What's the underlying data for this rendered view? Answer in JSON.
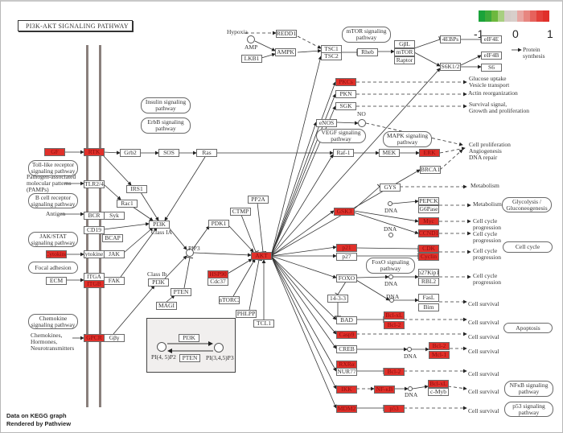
{
  "title": "PI3K-AKT SIGNALING PATHWAY",
  "legend": {
    "min_label": "-1",
    "mid_label": "0",
    "max_label": "1",
    "colors": [
      "#1aa33a",
      "#3daa3a",
      "#6db83e",
      "#a8cf80",
      "#d4ccc8",
      "#d8cfcb",
      "#e8a6a2",
      "#e78680",
      "#e6625c",
      "#e3403a",
      "#e0302a"
    ]
  },
  "highlight_color": "#e0302a",
  "footer": {
    "line1": "Data on KEGG graph",
    "line2": "Rendered by Pathview"
  },
  "nodes": [
    {
      "id": "GF",
      "label": "GF",
      "hl": true
    },
    {
      "id": "RTK",
      "label": "RTK",
      "hl": true
    },
    {
      "id": "Grb2",
      "label": "Grb2",
      "hl": false
    },
    {
      "id": "SOS",
      "label": "SOS",
      "hl": false
    },
    {
      "id": "Ras",
      "label": "Ras",
      "hl": false
    },
    {
      "id": "TLR24",
      "label": "TLR2/4",
      "hl": false
    },
    {
      "id": "IRS1",
      "label": "IRS1",
      "hl": false
    },
    {
      "id": "Rac1",
      "label": "Rac1",
      "hl": false
    },
    {
      "id": "BCR",
      "label": "BCR",
      "hl": false
    },
    {
      "id": "Syk",
      "label": "Syk",
      "hl": false
    },
    {
      "id": "CD19",
      "label": "CD19",
      "hl": false
    },
    {
      "id": "BCAP",
      "label": "BCAP",
      "hl": false
    },
    {
      "id": "PI3K1",
      "label": "PI3K",
      "hl": false
    },
    {
      "id": "Cytokine",
      "label": "Cytokine",
      "hl": true
    },
    {
      "id": "CytokineR",
      "label": "CytokineR",
      "hl": false
    },
    {
      "id": "JAK",
      "label": "JAK",
      "hl": false
    },
    {
      "id": "ECM",
      "label": "ECM",
      "hl": false
    },
    {
      "id": "ITGA",
      "label": "ITGA",
      "hl": false
    },
    {
      "id": "ITGB",
      "label": "ITGB",
      "hl": true
    },
    {
      "id": "FAK",
      "label": "FAK",
      "hl": false
    },
    {
      "id": "PI3K2",
      "label": "PI3K",
      "hl": false
    },
    {
      "id": "PTEN",
      "label": "PTEN",
      "hl": false
    },
    {
      "id": "MAGI",
      "label": "MAGI",
      "hl": false
    },
    {
      "id": "PDK1",
      "label": "PDK1",
      "hl": false
    },
    {
      "id": "AKT",
      "label": "AKT",
      "hl": true
    },
    {
      "id": "HSP90",
      "label": "HSP90",
      "hl": true
    },
    {
      "id": "Cdc37",
      "label": "Cdc37",
      "hl": false
    },
    {
      "id": "mTORC2",
      "label": "mTORC2",
      "hl": false
    },
    {
      "id": "PHLPP",
      "label": "PHLPP",
      "hl": false
    },
    {
      "id": "TCL1",
      "label": "TCL1",
      "hl": false
    },
    {
      "id": "CTMP",
      "label": "CTMP",
      "hl": false
    },
    {
      "id": "PP2A",
      "label": "PP2A",
      "hl": false
    },
    {
      "id": "GPCR",
      "label": "GPCR",
      "hl": true
    },
    {
      "id": "Gby",
      "label": "Gβγ",
      "hl": false
    },
    {
      "id": "REDD1",
      "label": "REDD1",
      "hl": false
    },
    {
      "id": "AMPK",
      "label": "AMPK",
      "hl": false
    },
    {
      "id": "LKB1",
      "label": "LKB1",
      "hl": false
    },
    {
      "id": "TSC1",
      "label": "TSC1",
      "hl": false
    },
    {
      "id": "TSC2",
      "label": "TSC2",
      "hl": false
    },
    {
      "id": "Rheb",
      "label": "Rheb",
      "hl": false
    },
    {
      "id": "GbL",
      "label": "GβL",
      "hl": false
    },
    {
      "id": "mTOR",
      "label": "mTOR",
      "hl": false
    },
    {
      "id": "Raptor",
      "label": "Raptor",
      "hl": false
    },
    {
      "id": "4EBPs",
      "label": "4EBPs",
      "hl": false
    },
    {
      "id": "eIF4E",
      "label": "eIF4E",
      "hl": false
    },
    {
      "id": "eIF4B",
      "label": "eIF4B",
      "hl": false
    },
    {
      "id": "S6",
      "label": "S6",
      "hl": false
    },
    {
      "id": "S6K12",
      "label": "S6K1/2",
      "hl": false
    },
    {
      "id": "PKCs",
      "label": "PKCs",
      "hl": true
    },
    {
      "id": "PKN",
      "label": "PKN",
      "hl": false
    },
    {
      "id": "SGK",
      "label": "SGK",
      "hl": false
    },
    {
      "id": "eNOS",
      "label": "eNOS",
      "hl": false
    },
    {
      "id": "Raf1",
      "label": "Raf-1",
      "hl": false
    },
    {
      "id": "MEK",
      "label": "MEK",
      "hl": false
    },
    {
      "id": "ERK",
      "label": "ERK",
      "hl": true
    },
    {
      "id": "BRCA1",
      "label": "BRCA1",
      "hl": false
    },
    {
      "id": "GYS",
      "label": "GYS",
      "hl": false
    },
    {
      "id": "PEPCK",
      "label": "PEPCK",
      "hl": false
    },
    {
      "id": "G6Pase",
      "label": "G6Pase",
      "hl": false
    },
    {
      "id": "GSK3",
      "label": "GSK3",
      "hl": true
    },
    {
      "id": "Myc",
      "label": "Myc",
      "hl": true
    },
    {
      "id": "CCND1",
      "label": "CCND1",
      "hl": true
    },
    {
      "id": "p21",
      "label": "p21",
      "hl": true
    },
    {
      "id": "p27",
      "label": "p27",
      "hl": false
    },
    {
      "id": "CDK",
      "label": "CDK",
      "hl": true
    },
    {
      "id": "Cyclin",
      "label": "Cyclin",
      "hl": true
    },
    {
      "id": "p27Kip1",
      "label": "p27Kip1",
      "hl": false
    },
    {
      "id": "RBL2",
      "label": "RBL2",
      "hl": false
    },
    {
      "id": "FOXO",
      "label": "FOXO",
      "hl": false
    },
    {
      "id": "1433",
      "label": "14-3-3",
      "hl": false
    },
    {
      "id": "FasL",
      "label": "FasL",
      "hl": false
    },
    {
      "id": "Bim",
      "label": "Bim",
      "hl": false
    },
    {
      "id": "BAD",
      "label": "BAD",
      "hl": false
    },
    {
      "id": "BclxL1",
      "label": "Bcl-xL",
      "hl": true
    },
    {
      "id": "Bcl2a",
      "label": "Bcl-2",
      "hl": true
    },
    {
      "id": "Casp9",
      "label": "Casp9",
      "hl": true
    },
    {
      "id": "CREB",
      "label": "CREB",
      "hl": false
    },
    {
      "id": "Bcl2b",
      "label": "Bcl-2",
      "hl": true
    },
    {
      "id": "Mcl1",
      "label": "Mcl-1",
      "hl": true
    },
    {
      "id": "RXRa",
      "label": "RXRα",
      "hl": true
    },
    {
      "id": "NUR77",
      "label": "NUR77",
      "hl": false
    },
    {
      "id": "Bcl2c",
      "label": "Bcl-2",
      "hl": true
    },
    {
      "id": "IKK",
      "label": "IKK",
      "hl": true
    },
    {
      "id": "NFkB",
      "label": "NF-κB",
      "hl": true
    },
    {
      "id": "BclxL2",
      "label": "Bcl-xL",
      "hl": true
    },
    {
      "id": "cMyb",
      "label": "c-Myb",
      "hl": false
    },
    {
      "id": "MDM2",
      "label": "MDM2",
      "hl": true
    },
    {
      "id": "p53",
      "label": "p53",
      "hl": true
    },
    {
      "id": "insetPI3K",
      "label": "PI3K",
      "hl": false
    },
    {
      "id": "insetPTEN",
      "label": "PTEN",
      "hl": false
    }
  ],
  "pathways": [
    {
      "id": "insulin",
      "label": "Insulin signaling\npathway"
    },
    {
      "id": "erbb",
      "label": "ErbB signaling\npathway"
    },
    {
      "id": "toll",
      "label": "Toll-like receptor\nsignaling pathway"
    },
    {
      "id": "bcell",
      "label": "B cell receptor\nsignaling pathway"
    },
    {
      "id": "jak",
      "label": "JAK/STAT\nsignaling pathway"
    },
    {
      "id": "focal",
      "label": "Focal adhesion"
    },
    {
      "id": "chemokine",
      "label": "Chemokine\nsignaling pathway"
    },
    {
      "id": "mtor",
      "label": "mTOR signaling\npathway"
    },
    {
      "id": "vegf",
      "label": "VEGF signaling\npathway"
    },
    {
      "id": "mapk",
      "label": "MAPK signaling\npathway"
    },
    {
      "id": "glyco",
      "label": "Glycolysis /\nGluconeogenesis"
    },
    {
      "id": "cellcycle",
      "label": "Cell cycle"
    },
    {
      "id": "foxo",
      "label": "FoxO signaling\npathway"
    },
    {
      "id": "apoptosis",
      "label": "Apoptosis"
    },
    {
      "id": "nfkb",
      "label": "NFκB signaling\npathway"
    },
    {
      "id": "p53path",
      "label": "p53 signaling\npathway"
    }
  ],
  "labels": [
    {
      "id": "hypoxia",
      "text": "Hypoxia"
    },
    {
      "id": "amp",
      "text": "AMP"
    },
    {
      "id": "pamps",
      "text": "Pathogen-associated\nmolecular patterns\n(PAMPs)"
    },
    {
      "id": "antigen",
      "text": "Antigen"
    },
    {
      "id": "classIA",
      "text": "Class IA"
    },
    {
      "id": "classIb",
      "text": "Class Ib"
    },
    {
      "id": "pip3",
      "text": "PIP3"
    },
    {
      "id": "chemokines",
      "text": "Chemokines,\nHormones,\nNeurotransmitters"
    },
    {
      "id": "no",
      "text": "NO"
    },
    {
      "id": "protein",
      "text": "Protein\nsynthesis"
    },
    {
      "id": "glucose",
      "text": "Glucose uptake\nVesicle transport"
    },
    {
      "id": "actin",
      "text": "Actin reorganization"
    },
    {
      "id": "survival",
      "text": "Survival signal,\nGrowth and proliferation"
    },
    {
      "id": "prolif",
      "text": "Cell proliferation\nAngiogenesis\nDNA repair"
    },
    {
      "id": "metab1",
      "text": "Metabolism"
    },
    {
      "id": "metab2",
      "text": "Metabolism"
    },
    {
      "id": "cc1",
      "text": "Cell cycle\nprogression"
    },
    {
      "id": "cc2",
      "text": "Cell cycle\nprogression"
    },
    {
      "id": "cc3",
      "text": "Cell cycle\nprogression"
    },
    {
      "id": "cc4",
      "text": "Cell cycle\nprogression"
    },
    {
      "id": "cs1",
      "text": "Cell survival"
    },
    {
      "id": "cs2",
      "text": "Cell survival"
    },
    {
      "id": "cs3",
      "text": "Cell survival"
    },
    {
      "id": "cs4",
      "text": "Cell survival"
    },
    {
      "id": "cs5",
      "text": "Cell survival"
    },
    {
      "id": "cs6",
      "text": "Cell survival"
    },
    {
      "id": "cs7",
      "text": "Cell survival"
    },
    {
      "id": "dna1",
      "text": "DNA"
    },
    {
      "id": "dna2",
      "text": "DNA"
    },
    {
      "id": "dna3",
      "text": "DNA"
    },
    {
      "id": "dna4",
      "text": "DNA"
    },
    {
      "id": "dna5",
      "text": "DNA"
    },
    {
      "id": "dna6",
      "text": "DNA"
    },
    {
      "id": "pip2i",
      "text": "PI(4, 5)P2"
    },
    {
      "id": "pip3i",
      "text": "PI(3,4,5)P3"
    }
  ]
}
